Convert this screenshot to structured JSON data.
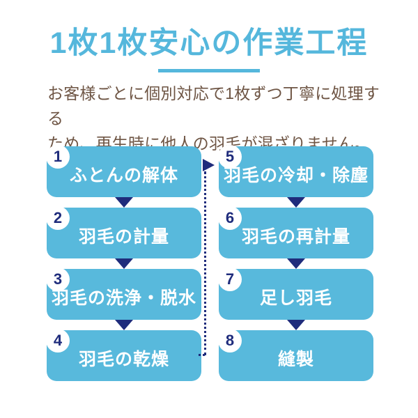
{
  "title": "1枚1枚安心の作業工程",
  "description": {
    "line1": "お客様ごとに個別対応で1枚ずつ丁寧に処理する",
    "line2": "ため、再生時に他人の羽毛が混ざりません。"
  },
  "flow": {
    "steps": [
      {
        "number": "1",
        "label": "ふとんの解体"
      },
      {
        "number": "2",
        "label": "羽毛の計量"
      },
      {
        "number": "3",
        "label": "羽毛の洗浄・脱水"
      },
      {
        "number": "4",
        "label": "羽毛の乾燥"
      },
      {
        "number": "5",
        "label": "羽毛の冷却・除塵"
      },
      {
        "number": "6",
        "label": "羽毛の再計量"
      },
      {
        "number": "7",
        "label": "足し羽毛"
      },
      {
        "number": "8",
        "label": "縫製"
      }
    ],
    "connector": {
      "from_step": "4",
      "to_step": "5",
      "style": "dotted"
    }
  },
  "colors": {
    "accent_blue": "#55b7dc",
    "box_blue": "#58b9dc",
    "navy": "#1f2c7c",
    "text_brown": "#6e5544",
    "box_text": "#ffffff",
    "background": "#ffffff"
  }
}
